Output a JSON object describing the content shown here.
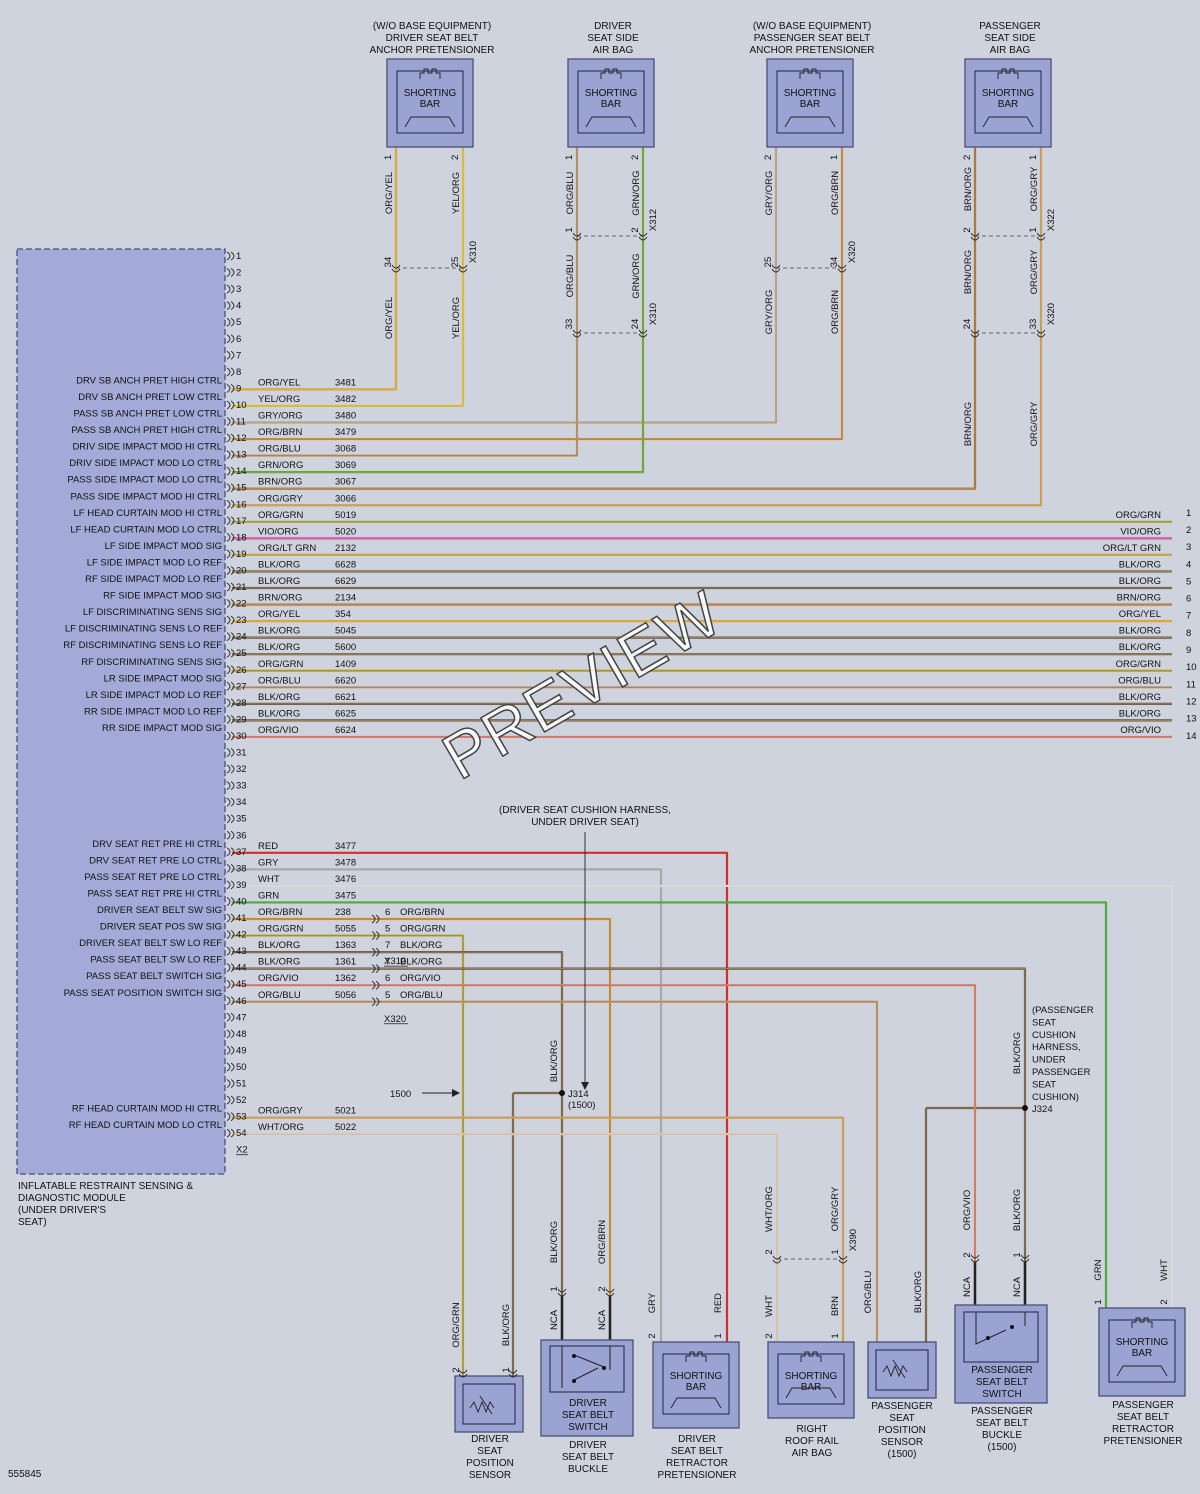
{
  "diagram_id": "555845",
  "watermark": "PREVIEW",
  "module": {
    "caption": [
      "INFLATABLE RESTRAINT SENSING &",
      "DIAGNOSTIC MODULE",
      "(UNDER DRIVER'S",
      "SEAT)"
    ],
    "connector": "X2",
    "pins": [
      "1",
      "2",
      "3",
      "4",
      "5",
      "6",
      "7",
      "8",
      "9",
      "10",
      "11",
      "12",
      "13",
      "14",
      "15",
      "16",
      "17",
      "18",
      "19",
      "20",
      "21",
      "22",
      "23",
      "24",
      "25",
      "26",
      "27",
      "28",
      "29",
      "30",
      "31",
      "32",
      "33",
      "34",
      "35",
      "36",
      "37",
      "38",
      "39",
      "40",
      "41",
      "42",
      "43",
      "44",
      "45",
      "46",
      "47",
      "48",
      "49",
      "50",
      "51",
      "52",
      "53",
      "54"
    ]
  },
  "circuits": [
    {
      "pin": 9,
      "func": "DRV SB ANCH PRET HIGH CTRL",
      "color": "ORG/YEL",
      "num": "3481"
    },
    {
      "pin": 10,
      "func": "DRV SB ANCH PRET LOW CTRL",
      "color": "YEL/ORG",
      "num": "3482"
    },
    {
      "pin": 11,
      "func": "PASS SB ANCH PRET LOW CTRL",
      "color": "GRY/ORG",
      "num": "3480"
    },
    {
      "pin": 12,
      "func": "PASS SB ANCH PRET HIGH CTRL",
      "color": "ORG/BRN",
      "num": "3479"
    },
    {
      "pin": 13,
      "func": "DRIV SIDE IMPACT MOD HI CTRL",
      "color": "ORG/BLU",
      "num": "3068"
    },
    {
      "pin": 14,
      "func": "DRIV SIDE IMPACT MOD LO CTRL",
      "color": "GRN/ORG",
      "num": "3069"
    },
    {
      "pin": 15,
      "func": "PASS SIDE IMPACT MOD LO CTRL",
      "color": "BRN/ORG",
      "num": "3067"
    },
    {
      "pin": 16,
      "func": "PASS SIDE IMPACT MOD HI CTRL",
      "color": "ORG/GRY",
      "num": "3066"
    },
    {
      "pin": 17,
      "func": "LF HEAD CURTAIN MOD HI CTRL",
      "color": "ORG/GRN",
      "num": "5019",
      "right": "ORG/GRN",
      "rpin": "1"
    },
    {
      "pin": 18,
      "func": "LF HEAD CURTAIN MOD LO CTRL",
      "color": "VIO/ORG",
      "num": "5020",
      "right": "VIO/ORG",
      "rpin": "2"
    },
    {
      "pin": 19,
      "func": "LF SIDE IMPACT MOD SIG",
      "color": "ORG/LT GRN",
      "num": "2132",
      "right": "ORG/LT GRN",
      "rpin": "3"
    },
    {
      "pin": 20,
      "func": "LF SIDE IMPACT MOD LO REF",
      "color": "BLK/ORG",
      "num": "6628",
      "right": "BLK/ORG",
      "rpin": "4"
    },
    {
      "pin": 21,
      "func": "RF SIDE IMPACT MOD LO REF",
      "color": "BLK/ORG",
      "num": "6629",
      "right": "BLK/ORG",
      "rpin": "5"
    },
    {
      "pin": 22,
      "func": "RF SIDE IMPACT MOD SIG",
      "color": "BRN/ORG",
      "num": "2134",
      "right": "BRN/ORG",
      "rpin": "6"
    },
    {
      "pin": 23,
      "func": "LF DISCRIMINATING SENS SIG",
      "color": "ORG/YEL",
      "num": "354",
      "right": "ORG/YEL",
      "rpin": "7"
    },
    {
      "pin": 24,
      "func": "LF DISCRIMINATING SENS LO REF",
      "color": "BLK/ORG",
      "num": "5045",
      "right": "BLK/ORG",
      "rpin": "8"
    },
    {
      "pin": 25,
      "func": "RF DISCRIMINATING SENS LO REF",
      "color": "BLK/ORG",
      "num": "5600",
      "right": "BLK/ORG",
      "rpin": "9"
    },
    {
      "pin": 26,
      "func": "RF DISCRIMINATING SENS SIG",
      "color": "ORG/GRN",
      "num": "1409",
      "right": "ORG/GRN",
      "rpin": "10"
    },
    {
      "pin": 27,
      "func": "LR SIDE IMPACT MOD SIG",
      "color": "ORG/BLU",
      "num": "6620",
      "right": "ORG/BLU",
      "rpin": "11"
    },
    {
      "pin": 28,
      "func": "LR SIDE IMPACT MOD LO REF",
      "color": "BLK/ORG",
      "num": "6621",
      "right": "BLK/ORG",
      "rpin": "12"
    },
    {
      "pin": 29,
      "func": "RR SIDE IMPACT MOD LO REF",
      "color": "BLK/ORG",
      "num": "6625",
      "right": "BLK/ORG",
      "rpin": "13"
    },
    {
      "pin": 30,
      "func": "RR SIDE IMPACT MOD SIG",
      "color": "ORG/VIO",
      "num": "6624",
      "right": "ORG/VIO",
      "rpin": "14"
    },
    {
      "pin": 37,
      "func": "DRV SEAT RET PRE HI CTRL",
      "color": "RED",
      "num": "3477"
    },
    {
      "pin": 38,
      "func": "DRV SEAT RET PRE LO CTRL",
      "color": "GRY",
      "num": "3478"
    },
    {
      "pin": 39,
      "func": "PASS SEAT RET PRE LO CTRL",
      "color": "WHT",
      "num": "3476"
    },
    {
      "pin": 40,
      "func": "PASS SEAT RET PRE HI CTRL",
      "color": "GRN",
      "num": "3475"
    },
    {
      "pin": 41,
      "func": "DRIVER SEAT BELT SW SIG",
      "color": "ORG/BRN",
      "num": "238",
      "cpin": "6",
      "ccolor": "ORG/BRN"
    },
    {
      "pin": 42,
      "func": "DRIVER SEAT POS SW SIG",
      "color": "ORG/GRN",
      "num": "5055",
      "cpin": "5",
      "ccolor": "ORG/GRN"
    },
    {
      "pin": 43,
      "func": "DRIVER SEAT BELT SW LO REF",
      "color": "BLK/ORG",
      "num": "1363",
      "cpin": "7",
      "ccolor": "BLK/ORG"
    },
    {
      "pin": 44,
      "func": "PASS SEAT BELT SW LO REF",
      "color": "BLK/ORG",
      "num": "1361",
      "cpin": "7",
      "ccolor": "BLK/ORG"
    },
    {
      "pin": 45,
      "func": "PASS SEAT BELT SWITCH SIG",
      "color": "ORG/VIO",
      "num": "1362",
      "cpin": "6",
      "ccolor": "ORG/VIO"
    },
    {
      "pin": 46,
      "func": "PASS SEAT POSITION SWITCH SIG",
      "color": "ORG/BLU",
      "num": "5056",
      "cpin": "5",
      "ccolor": "ORG/BLU"
    },
    {
      "pin": 53,
      "func": "RF HEAD CURTAIN MOD HI CTRL",
      "color": "ORG/GRY",
      "num": "5021"
    },
    {
      "pin": 54,
      "func": "RF HEAD CURTAIN MOD LO CTRL",
      "color": "WHT/ORG",
      "num": "5022"
    }
  ],
  "top_components": [
    {
      "caption": [
        "(W/O BASE EQUIPMENT)",
        "DRIVER SEAT BELT",
        "ANCHOR PRETENSIONER"
      ],
      "inner": [
        "SHORTING",
        "BAR"
      ],
      "pins": [
        "1",
        "2"
      ],
      "upper": [
        "ORG/YEL",
        "YEL/ORG"
      ],
      "conn_pins": [
        "34",
        "25"
      ],
      "conn": "X310",
      "lower": [
        "ORG/YEL",
        "YEL/ORG"
      ]
    },
    {
      "caption": [
        "DRIVER",
        "SEAT SIDE",
        "AIR BAG"
      ],
      "inner": [
        "SHORTING",
        "BAR"
      ],
      "pins": [
        "1",
        "2"
      ],
      "upper": [
        "ORG/BLU",
        "GRN/ORG"
      ],
      "conn_pins": [
        "1",
        "2"
      ],
      "conn": "X312",
      "mid": [
        "ORG/BLU",
        "GRN/ORG"
      ],
      "conn2_pins": [
        "33",
        "24"
      ],
      "conn2": "X310"
    },
    {
      "caption": [
        "(W/O BASE EQUIPMENT)",
        "PASSENGER SEAT BELT",
        "ANCHOR PRETENSIONER"
      ],
      "inner": [
        "SHORTING",
        "BAR"
      ],
      "pins": [
        "2",
        "1"
      ],
      "upper": [
        "GRY/ORG",
        "ORG/BRN"
      ],
      "conn_pins": [
        "25",
        "34"
      ],
      "conn": "X320",
      "lower": [
        "GRY/ORG",
        "ORG/BRN"
      ]
    },
    {
      "caption": [
        "PASSENGER",
        "SEAT SIDE",
        "AIR BAG"
      ],
      "inner": [
        "SHORTING",
        "BAR"
      ],
      "pins": [
        "2",
        "1"
      ],
      "upper": [
        "BRN/ORG",
        "ORG/GRY"
      ],
      "conn_pins": [
        "2",
        "1"
      ],
      "conn": "X322",
      "mid": [
        "BRN/ORG",
        "ORG/GRY"
      ],
      "conn2_pins": [
        "24",
        "33"
      ],
      "conn2": "X320",
      "lower": [
        "BRN/ORG",
        "ORG/GRY"
      ]
    }
  ],
  "harness": {
    "driver_note": [
      "(DRIVER SEAT CUSHION HARNESS,",
      "UNDER DRIVER SEAT)"
    ],
    "splice_j314": [
      "J314",
      "(1500)"
    ],
    "splice_label_1500": "1500",
    "pass_note": [
      "(PASSENGER",
      "SEAT",
      "CUSHION",
      "HARNESS,",
      "UNDER",
      "PASSENGER",
      "SEAT",
      "CUSHION)"
    ],
    "splice_j324": "J324",
    "x310": "X310",
    "x320": "X320",
    "x390": "X390"
  },
  "bottom_components": [
    {
      "caption": [
        "DRIVER",
        "SEAT",
        "POSITION",
        "SENSOR"
      ],
      "wires": [
        "ORG/GRN",
        "BLK/ORG"
      ],
      "pins": [
        "2",
        "1"
      ]
    },
    {
      "caption": [
        "DRIVER",
        "SEAT BELT",
        "BUCKLE"
      ],
      "inner": [
        "DRIVER",
        "SEAT BELT",
        "SWITCH"
      ],
      "wires": [
        "BLK/ORG",
        "ORG/BRN"
      ],
      "pins": [
        "1",
        "2"
      ],
      "nca": [
        "NCA",
        "NCA"
      ]
    },
    {
      "caption": [
        "DRIVER",
        "SEAT BELT",
        "RETRACTOR",
        "PRETENSIONER"
      ],
      "inner": [
        "SHORTING",
        "BAR"
      ],
      "wires": [
        "GRY",
        "RED"
      ],
      "pins": [
        "2",
        "1"
      ]
    },
    {
      "caption": [
        "RIGHT",
        "ROOF RAIL",
        "AIR BAG"
      ],
      "inner": [
        "SHORTING",
        "BAR"
      ],
      "wires": [
        "WHT",
        "BRN"
      ],
      "upper": [
        "WHT/ORG",
        "ORG/GRY"
      ],
      "pins": [
        "2",
        "1"
      ],
      "conn_pins": [
        "2",
        "1"
      ]
    },
    {
      "caption": [
        "PASSENGER",
        "SEAT",
        "POSITION",
        "SENSOR",
        "(1500)"
      ],
      "wires": [
        "ORG/BLU",
        "BLK/ORG"
      ]
    },
    {
      "caption": [
        "PASSENGER",
        "SEAT BELT",
        "BUCKLE",
        "(1500)"
      ],
      "inner": [
        "PASSENGER",
        "SEAT BELT",
        "SWITCH"
      ],
      "wires": [
        "ORG/VIO",
        "BLK/ORG"
      ],
      "pins": [
        "2",
        "1"
      ],
      "nca": [
        "NCA",
        "NCA"
      ]
    },
    {
      "caption": [
        "PASSENGER",
        "SEAT BELT",
        "RETRACTOR",
        "PRETENSIONER"
      ],
      "inner": [
        "SHORTING",
        "BAR"
      ],
      "wires": [
        "GRN",
        "WHT"
      ],
      "pins": [
        "1",
        "2"
      ]
    }
  ],
  "wire_colors": {
    "ORG": "#d99a3a",
    "YEL": "#d8cc3a",
    "GRY": "#a9a9a9",
    "BRN": "#9a6a3e",
    "BLU": "#6a78c8",
    "GRN": "#4caa3c",
    "VIO": "#cc3fcc",
    "BLK": "#555555",
    "RED": "#d0302a",
    "WHT": "#d8d8d8",
    "LTGRN": "#8ccc5c"
  }
}
